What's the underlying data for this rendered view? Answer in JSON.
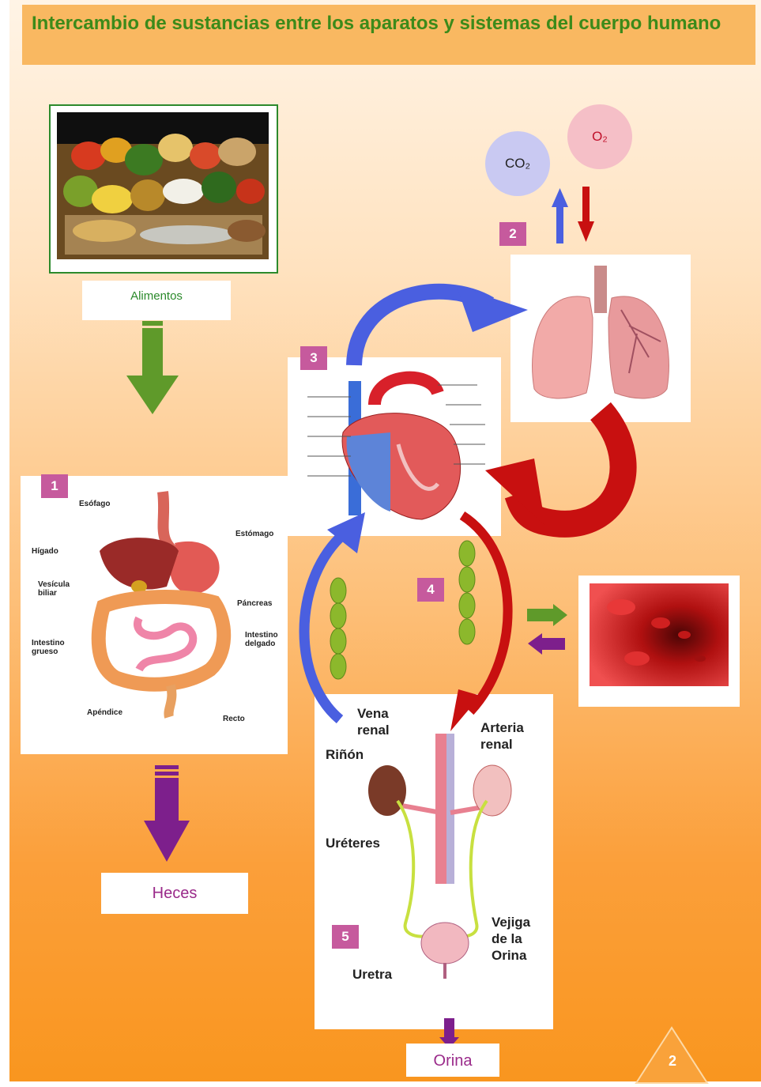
{
  "title": "Intercambio de sustancias entre los aparatos y sistemas del cuerpo humano",
  "labels": {
    "alimentos": "Alimentos",
    "heces": "Heces",
    "orina": "Orina"
  },
  "gases": {
    "co2": "CO₂",
    "o2": "O₂"
  },
  "steps": [
    "1",
    "2",
    "3",
    "4",
    "5"
  ],
  "digestive_labels": [
    "Esófago",
    "Estómago",
    "Hígado",
    "Vesícula biliar",
    "Páncreas",
    "Intestino grueso",
    "Intestino delgado",
    "Apéndice",
    "Recto"
  ],
  "kidney_labels": [
    "Vena renal",
    "Arteria renal",
    "Riñón",
    "Uréteres",
    "Vejiga de la Orina",
    "Uretra"
  ],
  "page_number": "2",
  "colors": {
    "title_green": "#3c8a1a",
    "step_badge": "#c65a9d",
    "blue_arrow": "#4a5fe0",
    "red_arrow": "#c81010",
    "green_arrow": "#5f9a2a",
    "purple_arrow": "#7d1f8c"
  }
}
